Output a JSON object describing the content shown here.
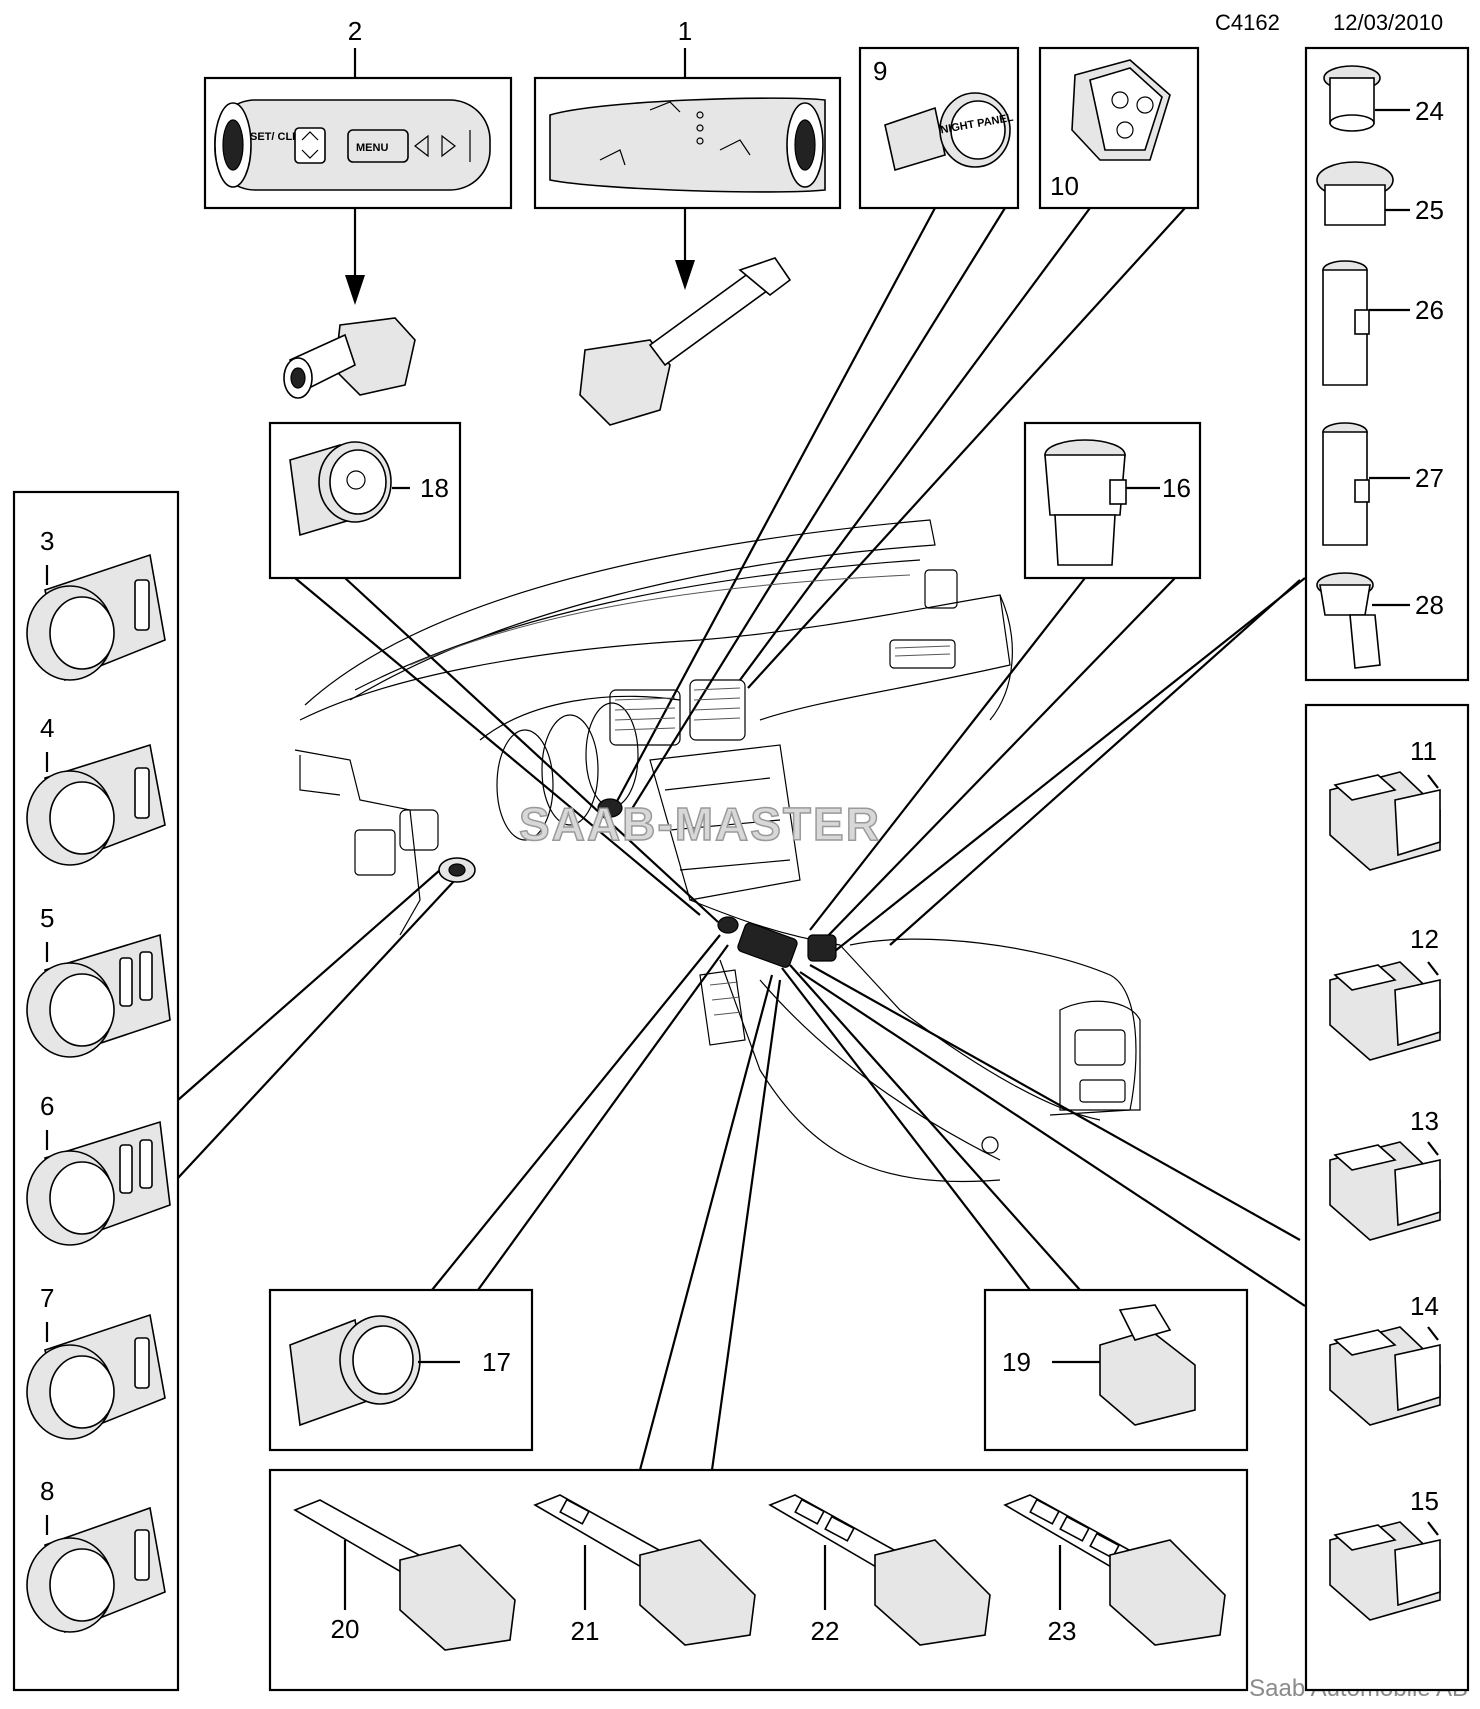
{
  "header": {
    "code": "C4162",
    "date": "12/03/2010"
  },
  "footer": {
    "brand": "Saab Automobile AB"
  },
  "watermark": "SAAB-MASTER",
  "callouts": {
    "c1": "1",
    "c2": "2",
    "c3": "3",
    "c4": "4",
    "c5": "5",
    "c6": "6",
    "c7": "7",
    "c8": "8",
    "c9": "9",
    "c10": "10",
    "c11": "11",
    "c12": "12",
    "c13": "13",
    "c14": "14",
    "c15": "15",
    "c16": "16",
    "c17": "17",
    "c18": "18",
    "c19": "19",
    "c20": "20",
    "c21": "21",
    "c22": "22",
    "c23": "23",
    "c24": "24",
    "c25": "25",
    "c26": "26",
    "c27": "27",
    "c28": "28"
  },
  "part_text": {
    "set_clr": "SET/ CLR",
    "menu": "MENU",
    "night_panel": "NIGHT PANEL"
  },
  "icons": [
    "cruise-control-stalk",
    "wiper-stalk",
    "night-panel-button",
    "steering-wheel-buttons",
    "headlamp-switch",
    "window-switch",
    "power-outlet",
    "ignition-switch",
    "start-button",
    "mirror-switch",
    "switch-panel"
  ]
}
